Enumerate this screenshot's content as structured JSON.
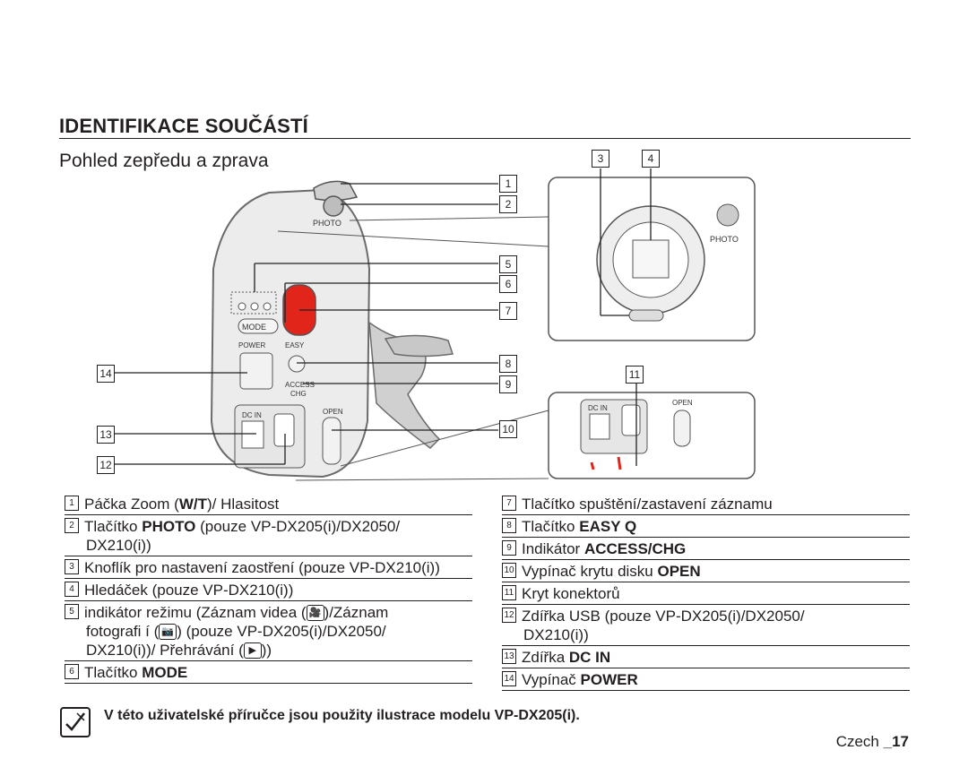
{
  "header": {
    "title": "IDENTIFIKACE SOUČÁSTÍ",
    "subtitle": "Pohled zepředu a zprava"
  },
  "diagram": {
    "labels": {
      "photo_top": "PHOTO",
      "photo_detail": "PHOTO",
      "mode": "MODE",
      "power": "POWER",
      "easy": "EASY",
      "access": "ACCESS",
      "chg": "CHG",
      "open": "OPEN",
      "open_detail": "OPEN",
      "dcin": "DC IN",
      "dcin_detail": "DC IN"
    },
    "callouts": [
      "1",
      "2",
      "3",
      "4",
      "5",
      "6",
      "7",
      "8",
      "9",
      "10",
      "11",
      "12",
      "13",
      "14"
    ]
  },
  "legend_left": [
    {
      "num": "1",
      "pre": "Páčka Zoom (",
      "bold": "W/T",
      "post": ")/ Hlasitost"
    },
    {
      "num": "2",
      "pre": "Tlačítko ",
      "bold": "PHOTO",
      "post": " (pouze VP-DX205(i)/DX2050/",
      "cont": "DX210(i))"
    },
    {
      "num": "3",
      "text": "Knoflík pro nastavení zaostření (pouze VP-DX210(i))"
    },
    {
      "num": "4",
      "text": "Hledáček (pouze VP-DX210(i))"
    },
    {
      "num": "5",
      "line1": "indikátor režimu (Záznam videa (",
      "line1b": ")/Záznam",
      "line2": "fotografi í (",
      "line2b": ") (pouze VP-DX205(i)/DX2050/",
      "line3": "DX210(i))/ Přehrávání (",
      "line3b": "))"
    },
    {
      "num": "6",
      "pre": "Tlačítko ",
      "bold": "MODE",
      "post": ""
    }
  ],
  "legend_right": [
    {
      "num": "7",
      "text": "Tlačítko spuštění/zastavení záznamu"
    },
    {
      "num": "8",
      "pre": "Tlačítko ",
      "bold": "EASY Q",
      "post": ""
    },
    {
      "num": "9",
      "pre": "Indikátor ",
      "bold": "ACCESS/CHG",
      "post": ""
    },
    {
      "num": "10",
      "pre": "Vypínač krytu disku ",
      "bold": "OPEN",
      "post": ""
    },
    {
      "num": "11",
      "text": "Kryt konektorů"
    },
    {
      "num": "12",
      "text": "Zdířka USB (pouze VP-DX205(i)/DX2050/",
      "cont": "DX210(i))"
    },
    {
      "num": "13",
      "pre": "Zdířka ",
      "bold": "DC IN",
      "post": ""
    },
    {
      "num": "14",
      "pre": "Vypínač ",
      "bold": "POWER",
      "post": ""
    }
  ],
  "note": {
    "icon": "note-pencil-icon",
    "text": "V této uživatelské příručce jsou použity ilustrace modelu VP-DX205(i)."
  },
  "footer": {
    "lang": "Czech ",
    "page": "_17"
  },
  "colors": {
    "record_button": "#e1251b",
    "ink": "#231f20",
    "body_gray": "#dcdcdc"
  }
}
